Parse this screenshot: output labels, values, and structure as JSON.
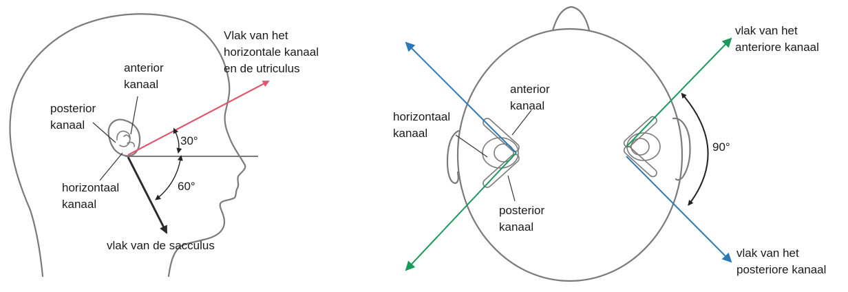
{
  "colors": {
    "outline": "#7a7a7a",
    "utricle_plane": "#e0566e",
    "saccule_plane": "#2b2b2b",
    "anterior_plane": "#1a9a5a",
    "posterior_plane": "#2a7ab8"
  },
  "side_view": {
    "utricle_plane_label": [
      "Vlak van het",
      "horizontale kanaal",
      "en de utriculus"
    ],
    "anterior_canal_label": [
      "anterior",
      "kanaal"
    ],
    "posterior_canal_label": [
      "posterior",
      "kanaal"
    ],
    "horizontal_canal_label": [
      "horizontaal",
      "kanaal"
    ],
    "angle_upper": "30°",
    "angle_lower": "60°",
    "saccule_plane_label": "vlak van de sacculus"
  },
  "top_view": {
    "horizontal_canal_label": [
      "horizontaal",
      "kanaal"
    ],
    "anterior_canal_label": [
      "anterior",
      "kanaal"
    ],
    "posterior_canal_label": [
      "posterior",
      "kanaal"
    ],
    "anterior_plane_label": [
      "vlak van het",
      "anteriore kanaal"
    ],
    "angle": "90°",
    "posterior_plane_label": [
      "vlak van het",
      "posteriore kanaal"
    ]
  }
}
